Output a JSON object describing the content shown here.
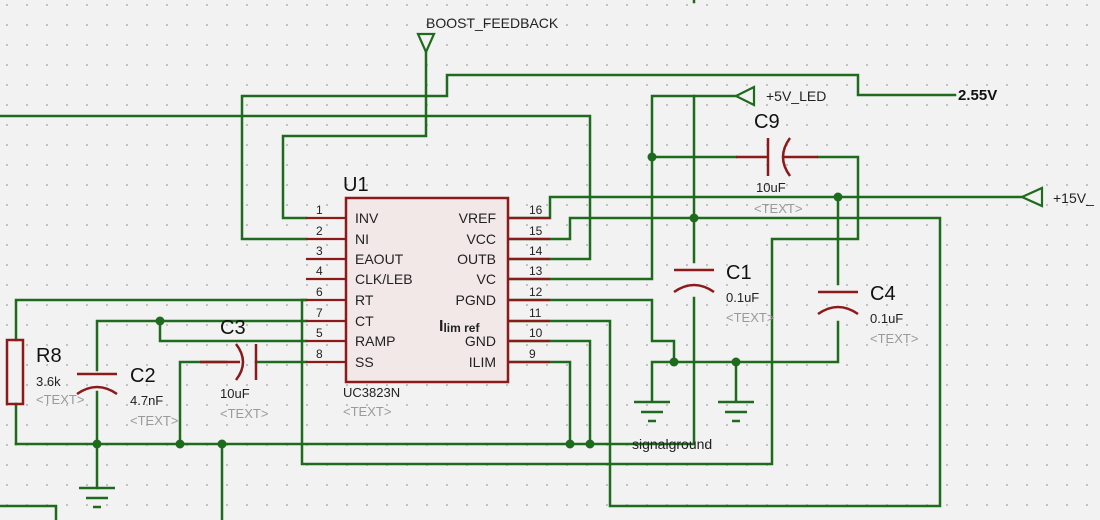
{
  "ic": {
    "ref": "U1",
    "part": "UC3823N",
    "placeholder": "<TEXT>",
    "special_label": "Ilim ref",
    "left_pins": [
      {
        "num": "1",
        "name": "INV"
      },
      {
        "num": "2",
        "name": "NI"
      },
      {
        "num": "3",
        "name": "EAOUT"
      },
      {
        "num": "4",
        "name": "CLK/LEB"
      },
      {
        "num": "6",
        "name": "RT"
      },
      {
        "num": "7",
        "name": "CT"
      },
      {
        "num": "5",
        "name": "RAMP"
      },
      {
        "num": "8",
        "name": "SS"
      }
    ],
    "right_pins": [
      {
        "num": "16",
        "name": "VREF"
      },
      {
        "num": "15",
        "name": "VCC"
      },
      {
        "num": "14",
        "name": "OUTB"
      },
      {
        "num": "13",
        "name": "VC"
      },
      {
        "num": "12",
        "name": "PGND"
      },
      {
        "num": "11",
        "name": ""
      },
      {
        "num": "10",
        "name": "GND"
      },
      {
        "num": "9",
        "name": "ILIM"
      }
    ]
  },
  "components": {
    "R8": {
      "ref": "R8",
      "value": "3.6k",
      "placeholder": "<TEXT>"
    },
    "C2": {
      "ref": "C2",
      "value": "4.7nF",
      "placeholder": "<TEXT>"
    },
    "C3": {
      "ref": "C3",
      "value": "10uF",
      "placeholder": "<TEXT>"
    },
    "C1": {
      "ref": "C1",
      "value": "0.1uF",
      "placeholder": "<TEXT>"
    },
    "C4": {
      "ref": "C4",
      "value": "0.1uF",
      "placeholder": "<TEXT>"
    },
    "C9": {
      "ref": "C9",
      "value": "10uF",
      "placeholder": "<TEXT>"
    }
  },
  "nets": {
    "boost_feedback": "BOOST_FEEDBACK",
    "plus5v_led": "+5V_LED",
    "plus15v": "+15V_",
    "v255": "2.55V",
    "signalground": "signalground"
  },
  "colors": {
    "wire": "#1e6b1e",
    "component": "#8b1a1a",
    "background": "#f2f2f2",
    "grid_dot": "#9aa09a"
  }
}
